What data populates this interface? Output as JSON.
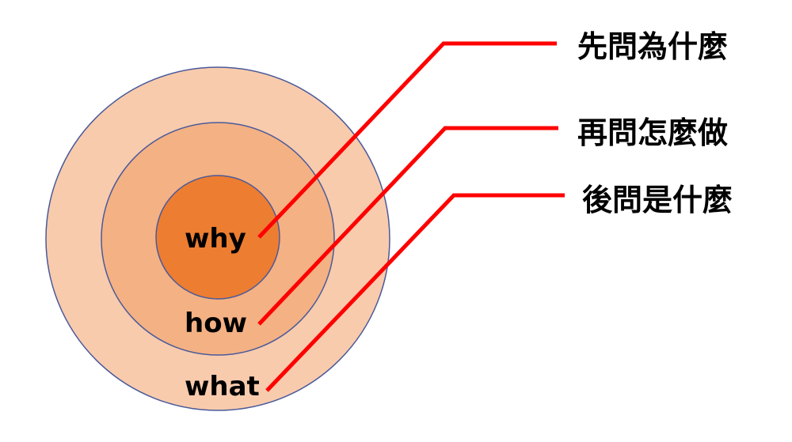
{
  "diagram": {
    "rings": [
      {
        "id": "what",
        "word": "what",
        "fill": "#F8CBAD"
      },
      {
        "id": "how",
        "word": "how",
        "fill": "#F4B183"
      },
      {
        "id": "why",
        "word": "why",
        "fill": "#ED7D31"
      }
    ],
    "ring_outline_color": "#4A5A9A",
    "leader_line_color": "#FF0000",
    "callouts": [
      {
        "id": "why",
        "label": "先問為什麼"
      },
      {
        "id": "how",
        "label": "再問怎麼做"
      },
      {
        "id": "what",
        "label": "後問是什麼"
      }
    ]
  }
}
